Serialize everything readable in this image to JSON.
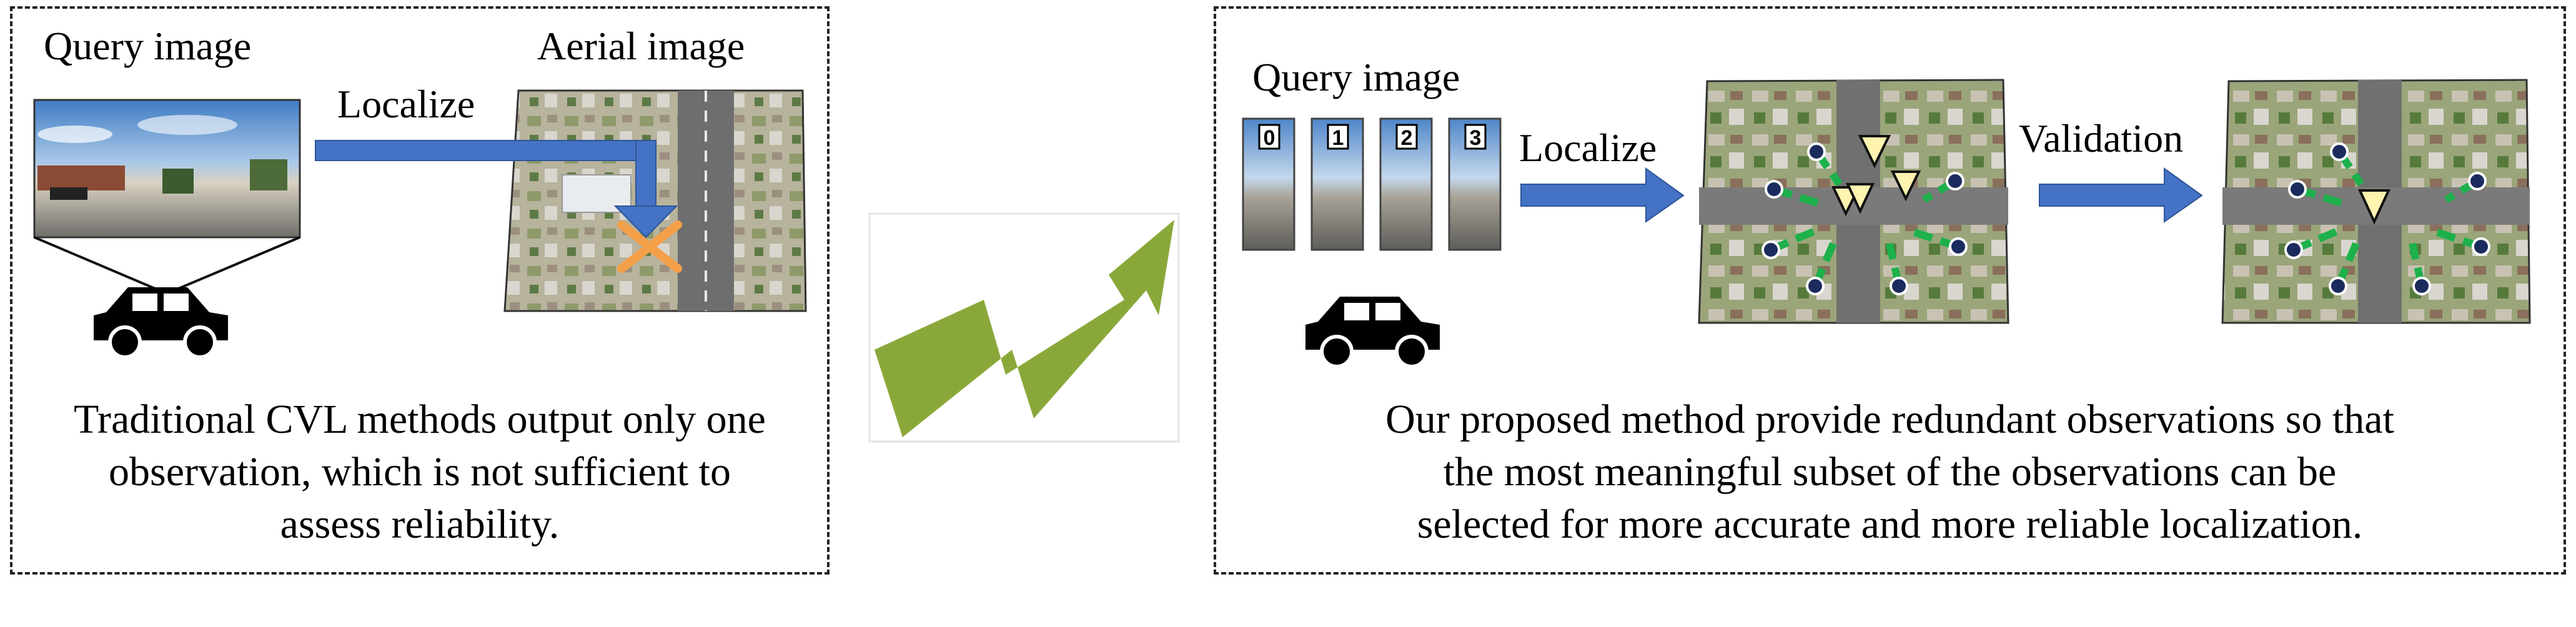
{
  "left_panel": {
    "query_label": "Query image",
    "aerial_label": "Aerial image",
    "localize_label": "Localize",
    "caption_lines": [
      "Traditional CVL methods output only one",
      "observation, which is not sufficient to",
      "assess reliability."
    ]
  },
  "right_panel": {
    "query_label": "Query image",
    "localize_label": "Localize",
    "validation_label": "Validation",
    "pano_indices": [
      "0",
      "1",
      "2",
      "3"
    ],
    "caption_lines": [
      "Our proposed method provide redundant observations so that",
      "the most meaningful subset of the observations can be",
      "selected for more accurate and more reliable localization."
    ]
  },
  "colors": {
    "arrow_blue": "#4472C4",
    "cross_orange": "#F4A049",
    "big_arrow_green": "#8AA83A",
    "match_green": "#1DB14B",
    "point_navy": "#1B2B5E",
    "triangle_fill": "#FFF3B0"
  }
}
